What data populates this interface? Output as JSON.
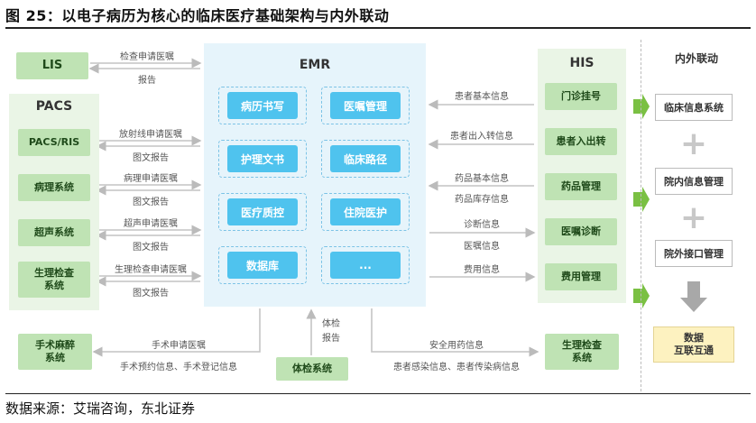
{
  "title": "图 25：以电子病历为核心的临床医疗基础架构与内外联动",
  "source": "数据来源：艾瑞咨询，东北证券",
  "lis": "LIS",
  "pacs": {
    "title": "PACS",
    "items": [
      "PACS/RIS",
      "病理系统",
      "超声系统",
      "生理检查\n系统"
    ]
  },
  "surgery": "手术麻醉\n系统",
  "emr": {
    "title": "EMR",
    "modules": [
      "病历书写",
      "医嘱管理",
      "护理文书",
      "临床路径",
      "医疗质控",
      "住院医护",
      "数据库",
      "..."
    ]
  },
  "physical_exam": "体检系统",
  "his": {
    "title": "HIS",
    "items": [
      "门诊挂号",
      "患者入出转",
      "药品管理",
      "医嘱诊断",
      "费用管理"
    ]
  },
  "physio_right": "生理检查\n系统",
  "links_left": [
    {
      "top": "检查申请医嘱",
      "bottom": "报告"
    },
    {
      "top": "放射线申请医嘱",
      "bottom": "图文报告"
    },
    {
      "top": "病理申请医嘱",
      "bottom": "图文报告"
    },
    {
      "top": "超声申请医嘱",
      "bottom": "图文报告"
    },
    {
      "top": "生理检查申请医嘱",
      "bottom": "图文报告"
    }
  ],
  "links_right": [
    "患者基本信息",
    "患者出入转信息",
    "药品基本信息",
    "药品库存信息",
    "诊断信息",
    "医嘱信息",
    "费用信息"
  ],
  "links_bottom_left": {
    "top": "手术申请医嘱",
    "bottom": "手术预约信息、手术登记信息"
  },
  "links_bottom_mid": [
    "体检",
    "报告"
  ],
  "links_bottom_right": {
    "top": "安全用药信息",
    "bottom": "患者感染信息、患者传染病信息"
  },
  "inner_outer": {
    "title": "内外联动",
    "items": [
      "临床信息系统",
      "院内信息管理",
      "院外接口管理"
    ],
    "result": "数据\n互联互通"
  }
}
